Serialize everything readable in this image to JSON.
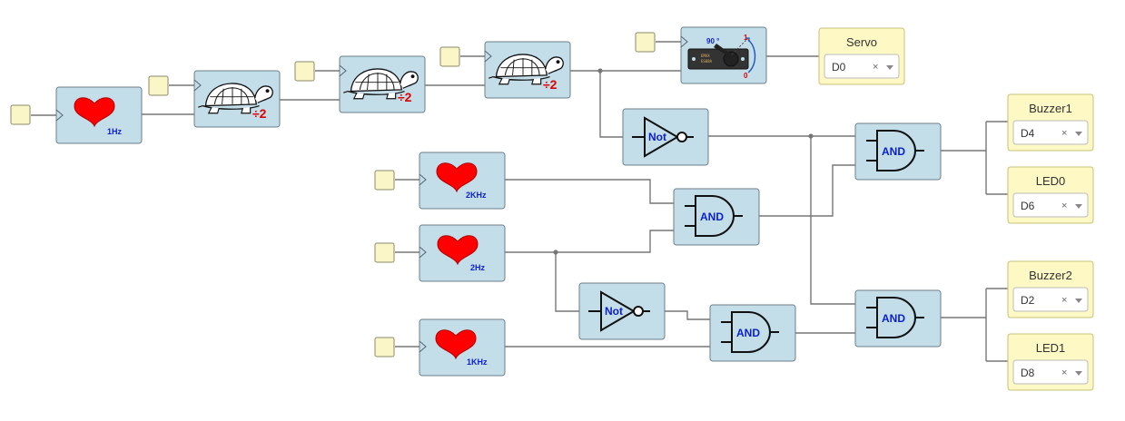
{
  "colors": {
    "block": "#c3dde9",
    "pin": "#fbf6c7",
    "output_block": "#fdf8c4",
    "heart": "#ff0000",
    "wire": "#777777",
    "label_blue": "#0a1fd0",
    "label_red": "#e00000"
  },
  "icons": {
    "heart": "heart-icon",
    "turtle": "turtle-icon",
    "servo": "servo-icon",
    "not": "not-gate-icon",
    "and": "and-gate-icon",
    "dropdown": "chevron-down-icon",
    "clear": "close-icon"
  },
  "clocks": [
    {
      "freq": "1Hz"
    },
    {
      "freq": "2KHz"
    },
    {
      "freq": "2Hz"
    },
    {
      "freq": "1KHz"
    }
  ],
  "divider": {
    "label": "÷2"
  },
  "gates": {
    "not": "Not",
    "and": "AND"
  },
  "servo_block": {
    "angle": "90 °",
    "high": "1",
    "low": "0",
    "brand_line1": "EMAX",
    "brand_line2": "ES08A"
  },
  "outputs": [
    {
      "name": "Servo",
      "pin": "D0"
    },
    {
      "name": "Buzzer1",
      "pin": "D4"
    },
    {
      "name": "LED0",
      "pin": "D6"
    },
    {
      "name": "Buzzer2",
      "pin": "D2"
    },
    {
      "name": "LED1",
      "pin": "D8"
    }
  ],
  "select_clear": "×"
}
